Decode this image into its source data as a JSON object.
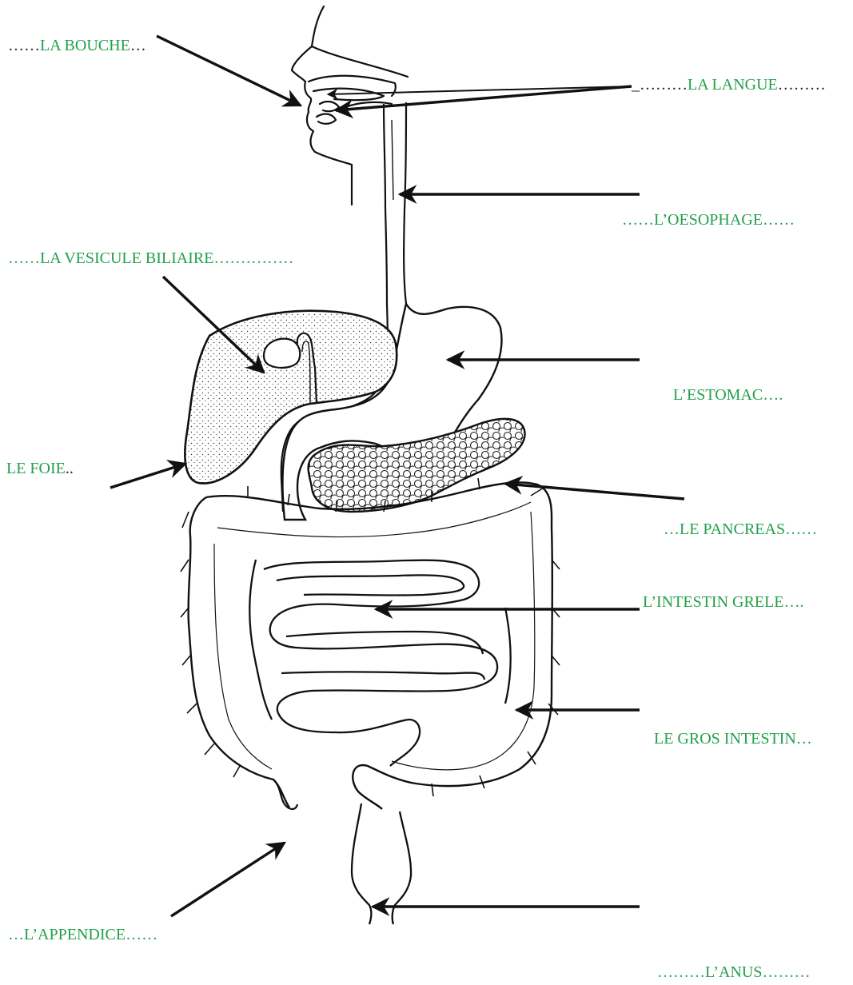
{
  "labels": {
    "bouche": {
      "prefix": "……",
      "text": "LA BOUCHE",
      "suffix": "…"
    },
    "langue": {
      "prefix": "_………",
      "text": "LA LANGUE",
      "suffix": "………"
    },
    "oesophage": {
      "prefix": "……",
      "text": "L’OESOPHAGE",
      "suffix": "……"
    },
    "vesicule": {
      "prefix": "……",
      "text": "LA VESICULE BILIAIRE",
      "suffix": "……………"
    },
    "estomac": {
      "prefix": "",
      "text": "L’ESTOMAC",
      "suffix": "…."
    },
    "foie": {
      "prefix": "",
      "text": "LE FOIE",
      "suffix": ".."
    },
    "pancreas": {
      "prefix": "…",
      "text": "LE PANCREAS",
      "suffix": "……"
    },
    "intestin_grele": {
      "prefix": "",
      "text": "L’INTESTIN GRELE",
      "suffix": "…."
    },
    "gros_intestin": {
      "prefix": "",
      "text": "LE GROS INTESTIN",
      "suffix": "…"
    },
    "appendice": {
      "prefix": "…",
      "text": "L’APPENDICE",
      "suffix": "……"
    },
    "anus": {
      "prefix": "………",
      "text": "L’ANUS",
      "suffix": "………"
    }
  },
  "colors": {
    "label": "#22a04b",
    "line": "#111111",
    "liver_fill": "#f2f2f2"
  }
}
